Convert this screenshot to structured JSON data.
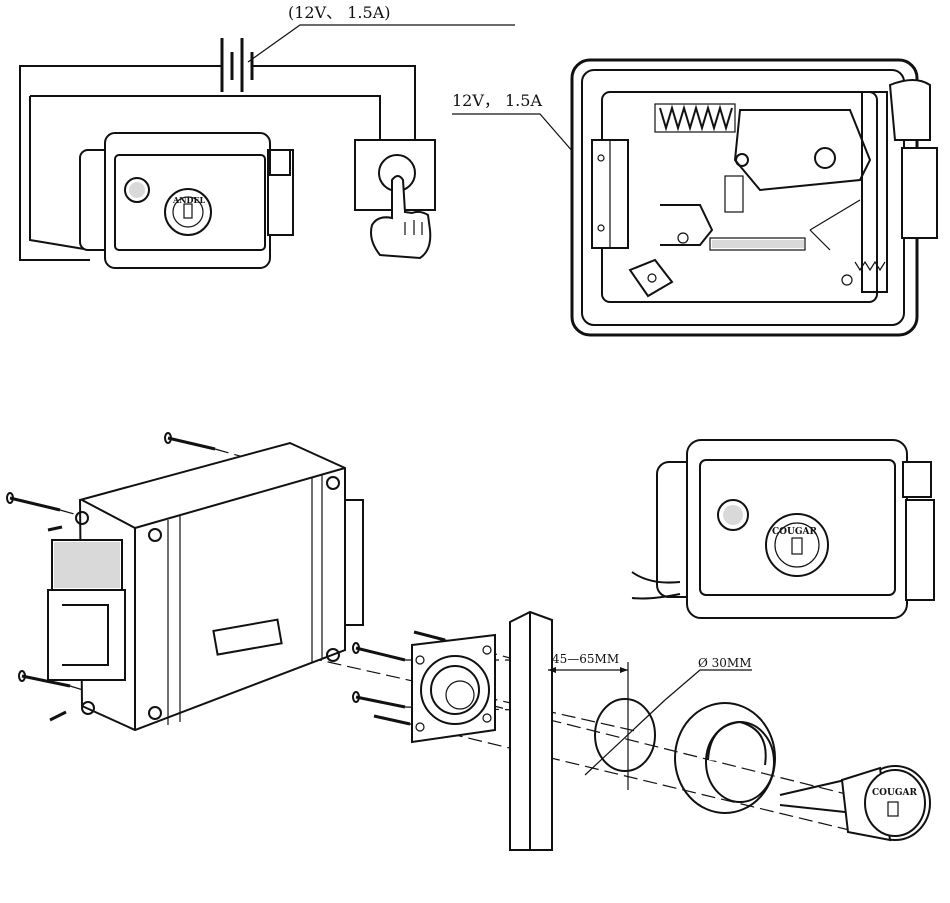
{
  "labels": {
    "battery_top": "(12V、 1.5A)",
    "battery_right": "12V， 1.5A",
    "gap": "45—65MM",
    "diameter": "Ø 30MM",
    "brand_lock_top": "ANDEL",
    "brand_lock_bottom": "COUGAR",
    "brand_cylinder": "COUGAR"
  }
}
